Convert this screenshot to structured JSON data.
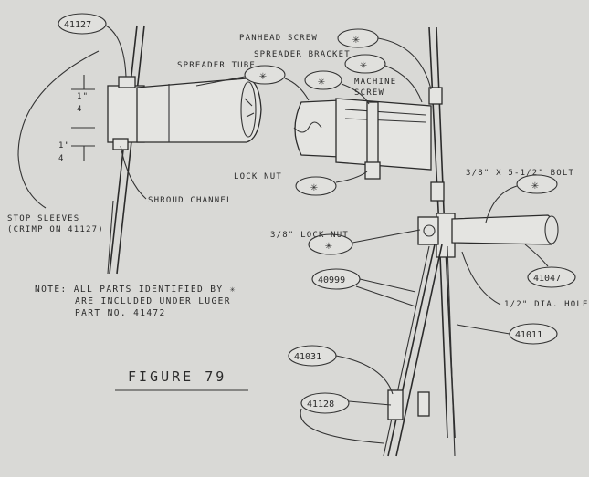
{
  "figure_title": "FIGURE 79",
  "note": {
    "line1": "NOTE: ALL PARTS IDENTIFIED  BY ✳",
    "line2": "ARE INCLUDED UNDER LUGER",
    "line3": "PART NO. 41472"
  },
  "labels": {
    "panhead_screw": "PANHEAD SCREW",
    "spreader_bracket": "SPREADER BRACKET",
    "spreader_tube": "SPREADER TUBE",
    "machine": "MACHINE",
    "screw": "SCREW",
    "lock_nut": "LOCK NUT",
    "shroud_channel": "SHROUD CHANNEL",
    "stop_sleeves": "STOP SLEEVES",
    "crimp_on": "(CRIMP ON 41127)",
    "lock_nut_38": "3/8\" LOCK NUT",
    "bolt": "3/8\" X 5-1/2\" BOLT",
    "hole": "1/2\" DIA. HOLE",
    "dim1": "1\"",
    "dim1_den": "4",
    "dim2": "1\"",
    "dim2_den": "4"
  },
  "part_numbers": {
    "p41127": "41127",
    "p40999": "40999",
    "p41047": "41047",
    "p41011": "41011",
    "p41031": "41031",
    "p41128": "41128"
  },
  "star_symbol": "✳"
}
